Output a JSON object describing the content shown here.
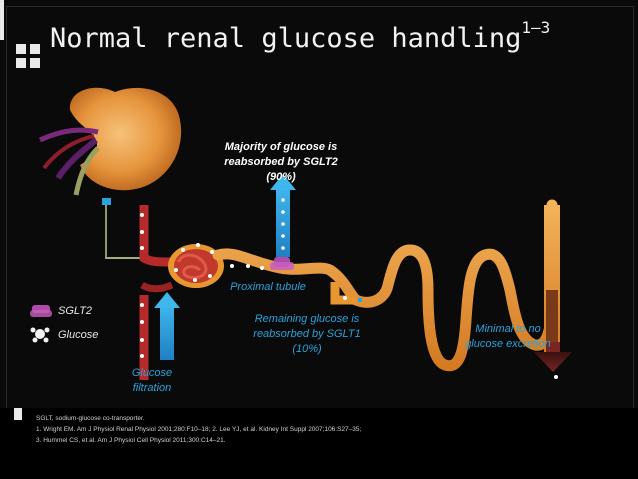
{
  "title": {
    "text": "Normal renal glucose handling",
    "superscript": "1–3"
  },
  "labels": {
    "sglt2_majority": [
      "Majority of glucose is",
      "reabsorbed by SGLT2",
      "(90%)"
    ],
    "proximal_tubule": "Proximal tubule",
    "sglt1_remaining": [
      "Remaining glucose is",
      "reabsorbed by SGLT1",
      "(10%)"
    ],
    "minimal_excretion": [
      "Minimal to no",
      "glucose excretion"
    ],
    "glucose_filtration": [
      "Glucose",
      "filtration"
    ]
  },
  "legend": {
    "sglt2": "SGLT2",
    "glucose": "Glucose"
  },
  "references": [
    "SGLT, sodium-glucose co-transporter.",
    "1. Wright EM. Am J Physiol Renal Physiol 2001;280:F10–18;    2. Lee YJ, et al. Kidney Int Suppl 2007;106:S27–35;",
    "3. Hummel CS, et al. Am J Physiol Cell Physiol 2011;300:C14–21."
  ],
  "colors": {
    "background": "#0a0a0a",
    "arrow_blue": "#29a3dc",
    "tubule": "#e8962f",
    "blood_red": "#b52b2b",
    "sglt2_purple": "#b04aa8",
    "excretion_arrow": "#6b1f1f"
  }
}
